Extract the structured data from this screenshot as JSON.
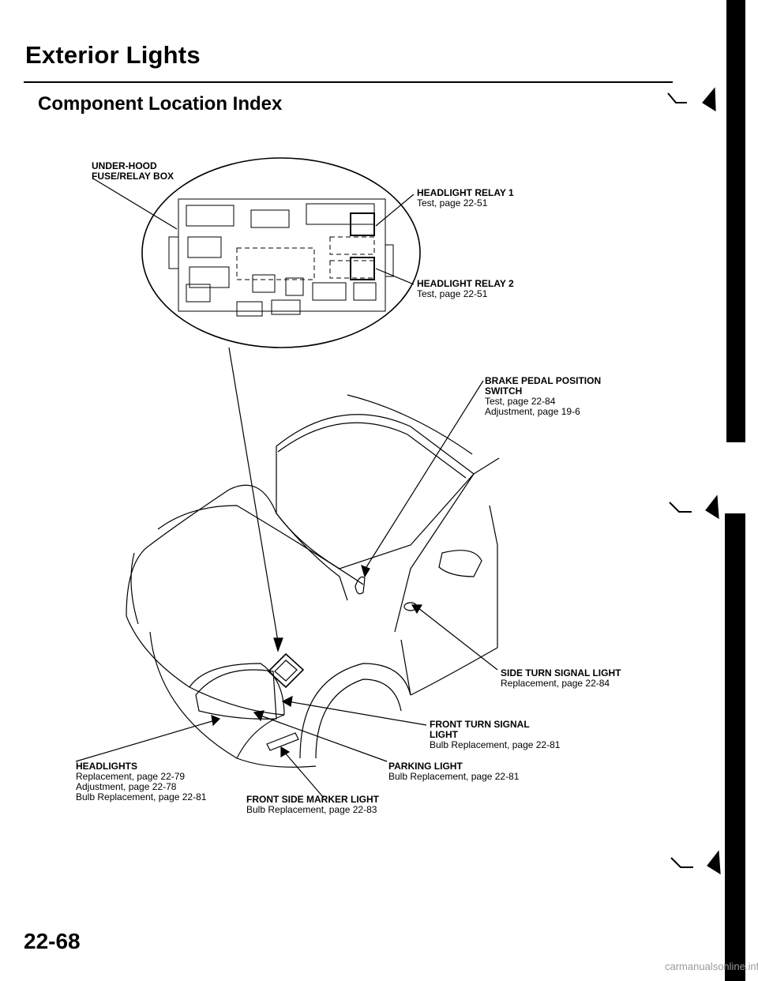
{
  "header": {
    "title": "Exterior Lights",
    "section": "Component Location Index"
  },
  "labels": {
    "fuse_box": {
      "name": [
        "UNDER-HOOD",
        "FUSE/RELAY BOX"
      ]
    },
    "relay1": {
      "name": [
        "HEADLIGHT RELAY 1"
      ],
      "sub": [
        "Test, page 22-51"
      ]
    },
    "relay2": {
      "name": [
        "HEADLIGHT RELAY 2"
      ],
      "sub": [
        "Test, page 22-51"
      ]
    },
    "brake_switch": {
      "name": [
        "BRAKE PEDAL POSITION",
        "SWITCH"
      ],
      "sub": [
        "Test, page 22-84",
        "Adjustment, page 19-6"
      ]
    },
    "side_turn": {
      "name": [
        "SIDE TURN SIGNAL LIGHT"
      ],
      "sub": [
        "Replacement, page 22-84"
      ]
    },
    "front_turn": {
      "name": [
        "FRONT TURN SIGNAL",
        "LIGHT"
      ],
      "sub": [
        "Bulb Replacement, page 22-81"
      ]
    },
    "headlights": {
      "name": [
        "HEADLIGHTS"
      ],
      "sub": [
        "Replacement, page 22-79",
        "Adjustment, page 22-78",
        "Bulb Replacement, page 22-81"
      ]
    },
    "parking": {
      "name": [
        "PARKING LIGHT"
      ],
      "sub": [
        "Bulb Replacement, page 22-81"
      ]
    },
    "side_marker": {
      "name": [
        "FRONT SIDE MARKER LIGHT"
      ],
      "sub": [
        "Bulb Replacement, page 22-83"
      ]
    }
  },
  "footer": {
    "page_number": "22-68",
    "site_mark": "carmanualsonline.info"
  }
}
